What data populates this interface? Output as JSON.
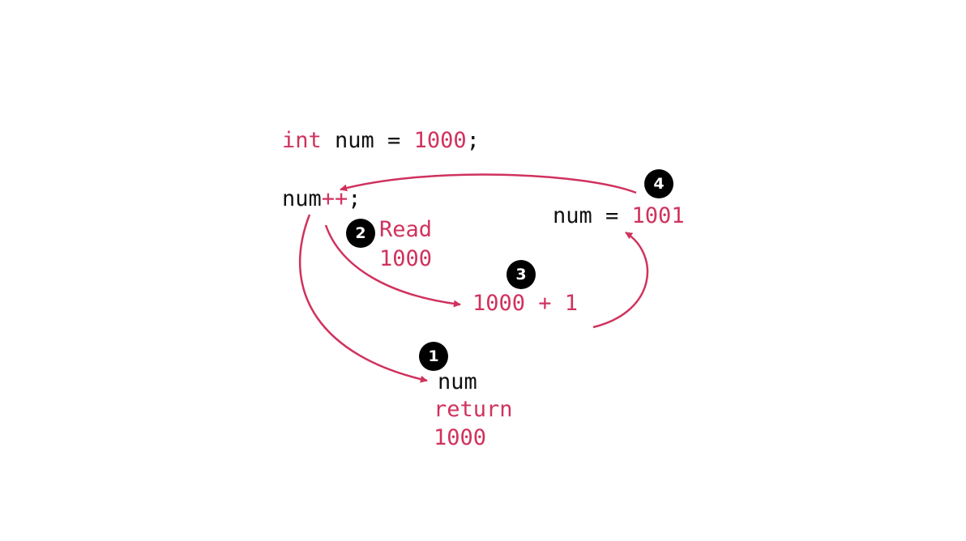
{
  "colors": {
    "accent": "#d0325e",
    "text": "#111111",
    "badge_bg": "#000000",
    "badge_fg": "#ffffff"
  },
  "declaration": {
    "keyword": "int",
    "name": " num = ",
    "value": "1000",
    "semicolon": ";"
  },
  "statement": {
    "name": "num",
    "op": "++",
    "semicolon": ";"
  },
  "steps": {
    "step1": {
      "number": "1",
      "line1": "num",
      "line2": "return",
      "line3": "1000"
    },
    "step2": {
      "number": "2",
      "line1": "Read",
      "line2": "1000"
    },
    "step3": {
      "number": "3",
      "expr": "1000 + 1"
    },
    "step4": {
      "number": "4",
      "lhs": "num = ",
      "rhs": "1001"
    }
  }
}
